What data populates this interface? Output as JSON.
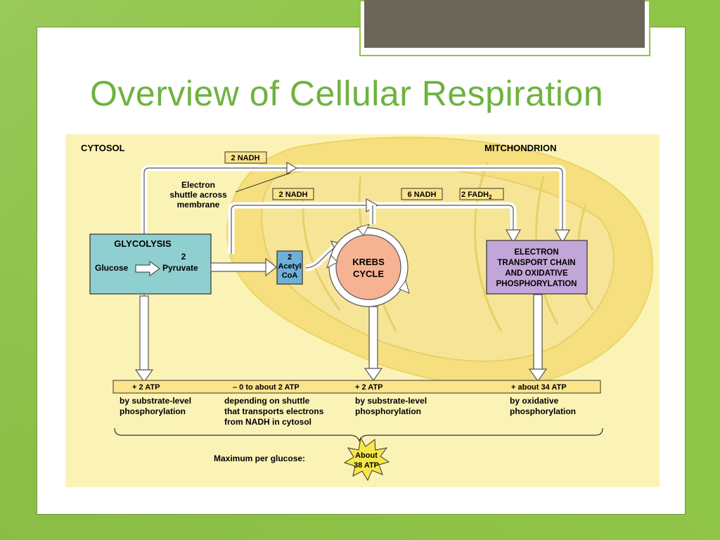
{
  "slide": {
    "title": "Overview of Cellular Respiration"
  },
  "diagram": {
    "cytosol_label": "CYTOSOL",
    "mitochondrion_label": "MITCHONDRION",
    "nadh_top": "2 NADH",
    "shuttle_label_1": "Electron",
    "shuttle_label_2": "shuttle across",
    "shuttle_label_3": "membrane",
    "nadh_mid": "2 NADH",
    "nadh_six": "6 NADH",
    "fadh_main": "2 FADH",
    "fadh_sub": "2",
    "glycolysis_title": "GLYCOLYSIS",
    "glucose": "Glucose",
    "pyruvate_num": "2",
    "pyruvate": "Pyruvate",
    "acetyl_1": "2",
    "acetyl_2": "Acetyl",
    "acetyl_3": "CoA",
    "krebs_1": "KREBS",
    "krebs_2": "CYCLE",
    "etc_1": "ELECTRON",
    "etc_2": "TRANSPORT CHAIN",
    "etc_3": "AND OXIDATIVE",
    "etc_4": "PHOSPHORYLATION",
    "atp_1": "+ 2 ATP",
    "atp_2": "– 0 to about 2 ATP",
    "atp_3": "+ 2 ATP",
    "atp_4": "+ about 34 ATP",
    "desc_1a": "by substrate-level",
    "desc_1b": "phosphorylation",
    "desc_2a": "depending on shuttle",
    "desc_2b": "that transports electrons",
    "desc_2c": "from NADH in cytosol",
    "desc_3a": "by substrate-level",
    "desc_3b": "phosphorylation",
    "desc_4a": "by oxidative",
    "desc_4b": "phosphorylation",
    "max_label": "Maximum per glucose:",
    "about_1": "About",
    "about_2": "38 ATP",
    "colors": {
      "background": "#fbf3b6",
      "mitochondrion": "#f5df7e",
      "glycolysis": "#8fcfcf",
      "acetyl": "#6fb0d8",
      "krebs": "#f6b393",
      "etc": "#c3a6d8",
      "label_box": "#fbe48a",
      "burst": "#f7e64a"
    }
  }
}
